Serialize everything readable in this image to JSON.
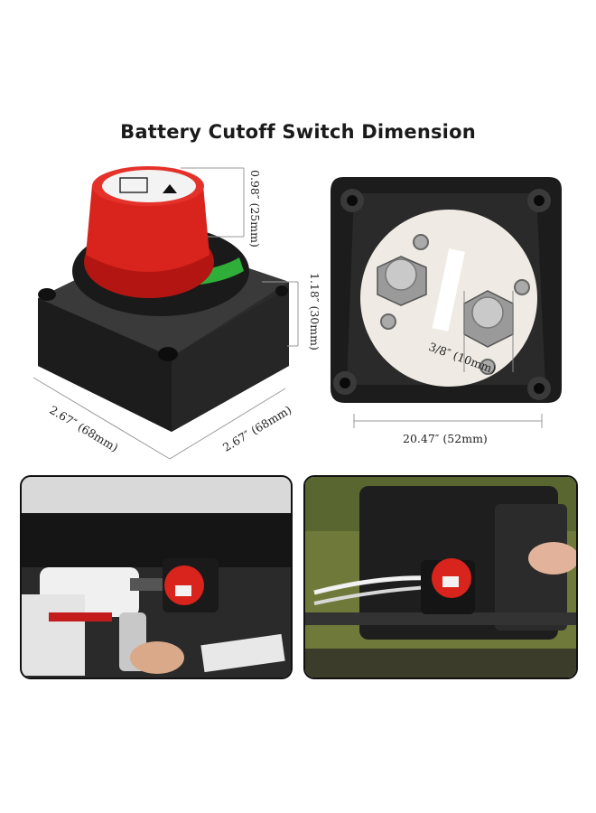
{
  "title": "Battery Cutoff Switch Dimension",
  "dimensions": {
    "knob_height": "0.98″ (25mm)",
    "base_height": "1.18″ (30mm)",
    "width_left": "2.67″ (68mm)",
    "width_right": "2.67″ (68mm)",
    "stud": "3/8″ (10mm)",
    "terminal_spacing": "20.47″ (52mm)"
  },
  "photos": [
    "drill-install-photo",
    "vehicle-install-photo"
  ]
}
